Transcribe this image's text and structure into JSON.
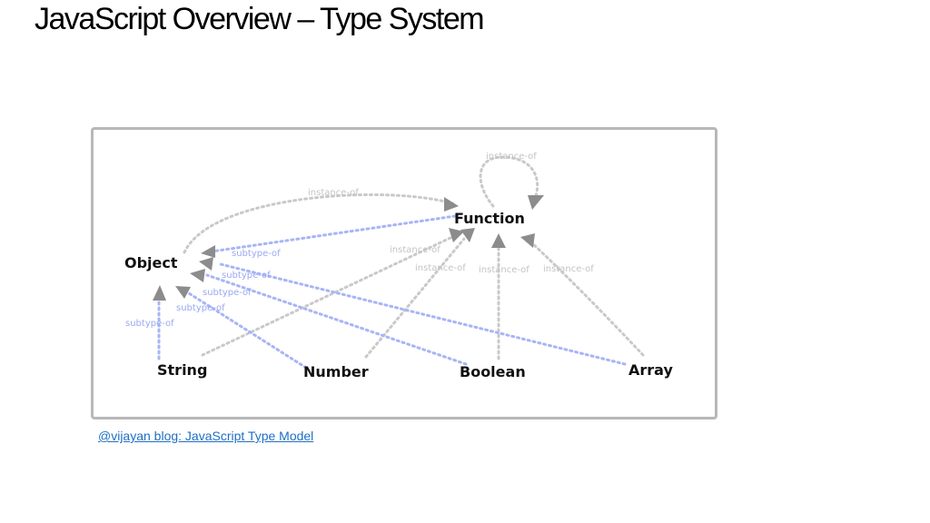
{
  "slide": {
    "title": "JavaScript Overview – Type System"
  },
  "diagram": {
    "nodes": {
      "function": "Function",
      "object": "Object",
      "string": "String",
      "number": "Number",
      "boolean": "Boolean",
      "array": "Array"
    },
    "edge_labels": {
      "instance_of": "instance-of",
      "subtype_of": "subtype-of"
    }
  },
  "caption": {
    "link_text": "@vijayan blog: JavaScript Type Model"
  }
}
